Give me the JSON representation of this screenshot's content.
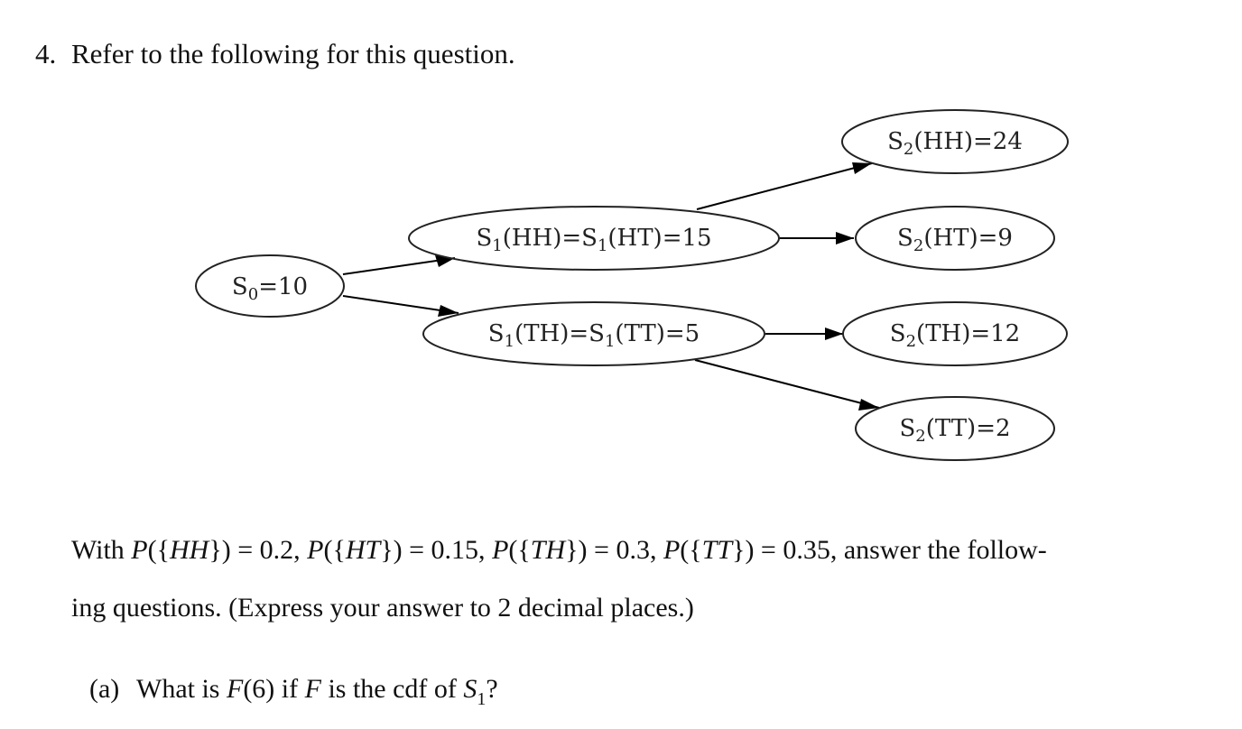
{
  "question": {
    "number": "4.",
    "intro": "Refer to the following for this question."
  },
  "tree": {
    "root": {
      "label": "S",
      "sub": "0",
      "tail": "=10"
    },
    "level1": [
      {
        "a": "S",
        "asub": "1",
        "mid": "(HH)=S",
        "bsub": "1",
        "tail": "(HT)=15"
      },
      {
        "a": "S",
        "asub": "1",
        "mid": "(TH)=S",
        "bsub": "1",
        "tail": "(TT)=5"
      }
    ],
    "level2": [
      {
        "a": "S",
        "asub": "2",
        "tail": "(HH)=24"
      },
      {
        "a": "S",
        "asub": "2",
        "tail": "(HT)=9"
      },
      {
        "a": "S",
        "asub": "2",
        "tail": "(TH)=12"
      },
      {
        "a": "S",
        "asub": "2",
        "tail": "(TT)=2"
      }
    ]
  },
  "paragraph": {
    "with": "With",
    "probs": [
      {
        "p": "P",
        "open": "({",
        "set": "HH",
        "close": "}) = 0.2,"
      },
      {
        "p": "P",
        "open": "({",
        "set": "HT",
        "close": "}) = 0.15,"
      },
      {
        "p": "P",
        "open": "({",
        "set": "TH",
        "close": "}) = 0.3,"
      },
      {
        "p": "P",
        "open": "({",
        "set": "TT",
        "close": "}) = 0.35,"
      }
    ],
    "line1_end": "answer the follow-",
    "line2": "ing questions. (Express your answer to 2 decimal places.)"
  },
  "part_a": {
    "label": "(a)",
    "t1": "What is",
    "F": "F",
    "arg": "(6) if",
    "F2": "F",
    "t2": "is the cdf of",
    "S": "S",
    "sub": "1",
    "end": "?"
  }
}
